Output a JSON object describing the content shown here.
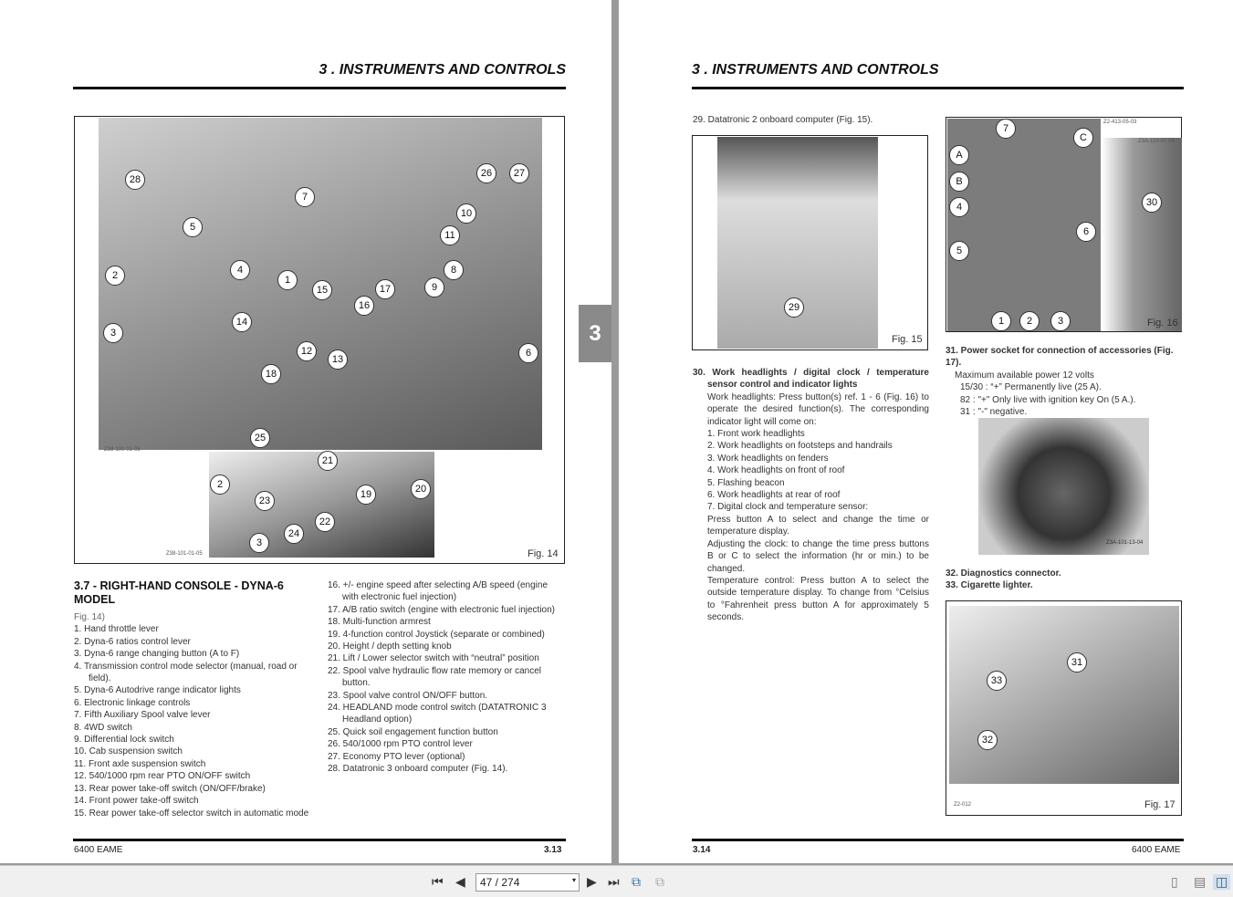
{
  "left_page": {
    "header": "3 . INSTRUMENTS AND CONTROLS",
    "fig_label": "Fig. 14",
    "code1": "Z38-100-01-05",
    "code2": "Z38-101-01-05",
    "side_tab": "3",
    "callouts": [
      "28",
      "5",
      "4",
      "7",
      "1",
      "2",
      "3",
      "14",
      "15",
      "12",
      "13",
      "18",
      "16",
      "17",
      "9",
      "8",
      "10",
      "11",
      "26",
      "27",
      "6",
      "25",
      "21",
      "2",
      "23",
      "19",
      "20",
      "22",
      "24",
      "3"
    ],
    "section_title": "3.7 -  RIGHT-HAND CONSOLE - DYNA-6 MODEL",
    "fig_ref": "Fig. 14)",
    "items": [
      "1.  Hand throttle lever",
      "2.  Dyna-6 ratios control lever",
      "3.  Dyna-6 range changing button (A to F)",
      "4.  Transmission control mode selector (manual, road or field).",
      "5.  Dyna-6 Autodrive range indicator lights",
      "6.  Electronic linkage controls",
      "7.  Fifth Auxiliary Spool valve lever",
      "8.  4WD switch",
      "9.  Differential lock switch",
      "10. Cab suspension switch",
      "11. Front axle suspension switch",
      "12. 540/1000 rpm rear PTO ON/OFF switch",
      "13. Rear power take-off switch (ON/OFF/brake)",
      "14. Front power take-off switch",
      "15. Rear power take-off selector switch in automatic mode"
    ],
    "items2": [
      "16. +/- engine speed after selecting A/B speed (engine with electronic fuel injection)",
      "17. A/B ratio switch (engine with electronic fuel injection)",
      "18. Multi-function armrest",
      "19. 4-function control Joystick (separate or combined)",
      "20. Height / depth setting knob",
      "21. Lift / Lower selector switch with “neutral” position",
      "22. Spool valve hydraulic flow rate memory or cancel button.",
      "23. Spool valve control ON/OFF button.",
      "24. HEADLAND mode control switch (DATATRONIC 3 Headland option)",
      "25. Quick soil engagement function button",
      "26. 540/1000 rpm PTO control lever",
      "27. Economy PTO lever (optional)",
      "28. Datatronic 3 onboard computer (Fig. 14)."
    ],
    "footer_left": "6400 EAME",
    "footer_right": "3.13"
  },
  "right_page": {
    "header": "3 . INSTRUMENTS AND CONTROLS",
    "item29": "29. Datatronic 2 onboard computer (Fig. 15).",
    "fig15": "Fig. 15",
    "fig16": "Fig. 16",
    "fig17": "Fig. 17",
    "code16": "Z2-413-05-03",
    "code16b": "Z3A-110-07-04",
    "code_socket": "Z3A-101-13-04",
    "code17": "Z2-012",
    "callouts15": [
      "29"
    ],
    "callouts16": [
      "7",
      "C",
      "A",
      "B",
      "4",
      "6",
      "5",
      "1",
      "2",
      "3",
      "30"
    ],
    "callouts17": [
      "31",
      "33",
      "32"
    ],
    "item30_title": "30. Work headlights / digital clock / temperature sensor control and indicator lights",
    "item30_intro": "Work headlights: Press button(s) ref. 1 - 6 (Fig. 16) to operate the desired function(s). The corresponding indicator light will come on:",
    "item30_list": [
      "1.  Front work headlights",
      "2.  Work headlights on footsteps and handrails",
      "3.  Work headlights on fenders",
      "4.  Work headlights on front of roof",
      "5.  Flashing beacon",
      "6.  Work headlights at rear of roof",
      "7.  Digital clock and temperature sensor:"
    ],
    "item30_p1": "Press button A to select and change the time or temperature display.",
    "item30_p2": "Adjusting the clock: to change the time press buttons B or C to select the information (hr or min.) to be changed.",
    "item30_p3": "Temperature control: Press button A to select the outside temperature display. To change from °Celsius to °Fahrenheit press button A for approximately 5 seconds.",
    "item31": "31. Power socket for connection of accessories (Fig. 17).",
    "item31_lines": [
      "Maximum available power 12 volts",
      "15/30 :  “+” Permanently live (25 A).",
      "82 : \"+\" Only live with ignition key On (5 A.).",
      "31 : \"-\" negative."
    ],
    "item32": "32. Diagnostics connector.",
    "item33": "33. Cigarette lighter.",
    "footer_left": "3.14",
    "footer_right": "6400 EAME"
  },
  "toolbar": {
    "page_value": "47 / 274"
  }
}
